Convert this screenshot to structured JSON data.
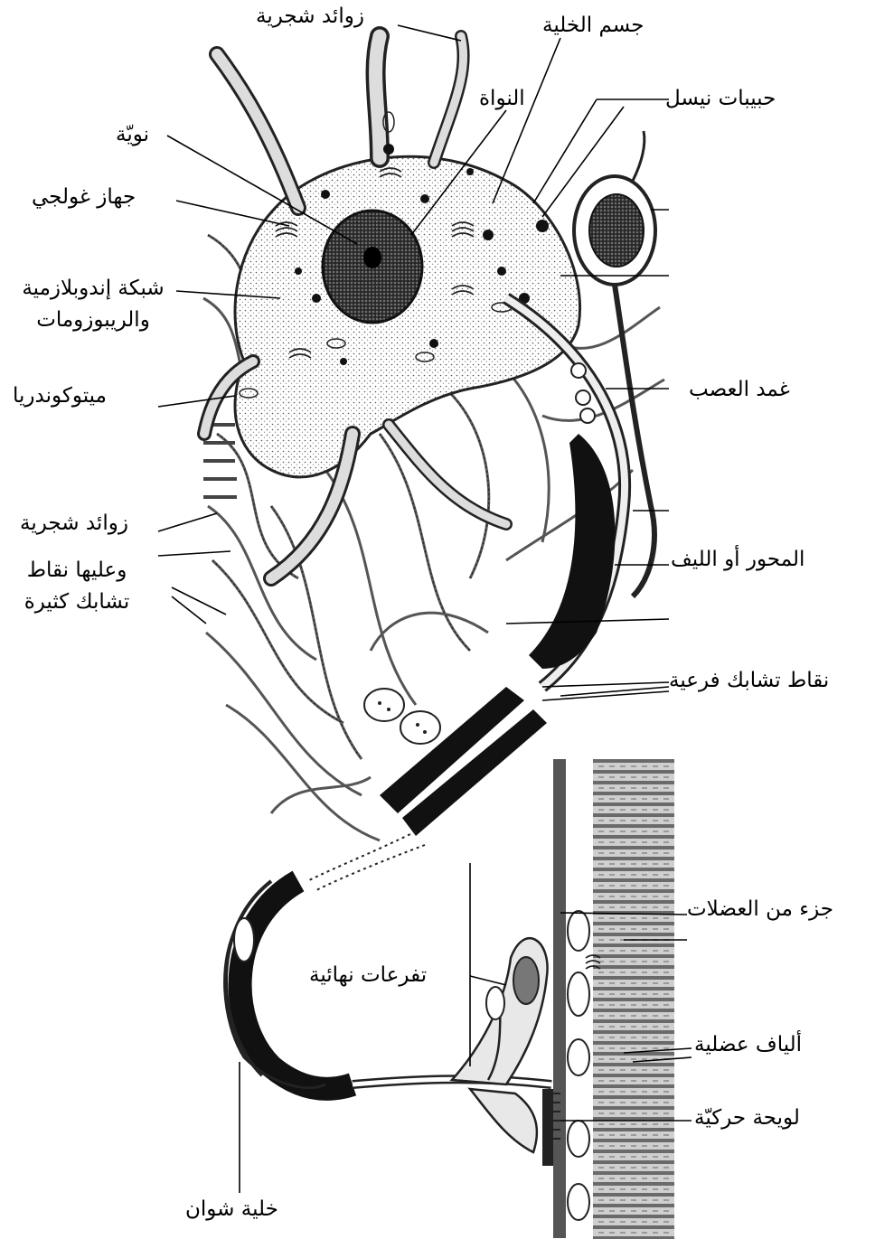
{
  "labels": {
    "dendrites_top": "زوائد شجرية",
    "cell_body": "جسم الخلية",
    "nucleus": "النواة",
    "nissl": "حبيبات نيسل",
    "nucleolus": "نويّة",
    "golgi": "جهاز غولجي",
    "er_line1": "شبكة إندوبلازمية",
    "er_line2": "والريبوزومات",
    "mitochondria": "ميتوكوندريا",
    "nerve_sheath": "غمد العصب",
    "dendrites_left": "زوائد شجرية",
    "synapses_line1": "وعليها نقاط",
    "synapses_line2": "تشابك كثيرة",
    "axon": "المحور أو الليف",
    "branch_synapses": "نقاط تشابك فرعية",
    "muscle_part": "جزء من العضلات",
    "terminal_branches": "تفرعات نهائية",
    "muscle_fibers": "ألياف عضلية",
    "motor_plate": "لويحة حركيّة",
    "schwann_cell": "خلية شوان"
  }
}
